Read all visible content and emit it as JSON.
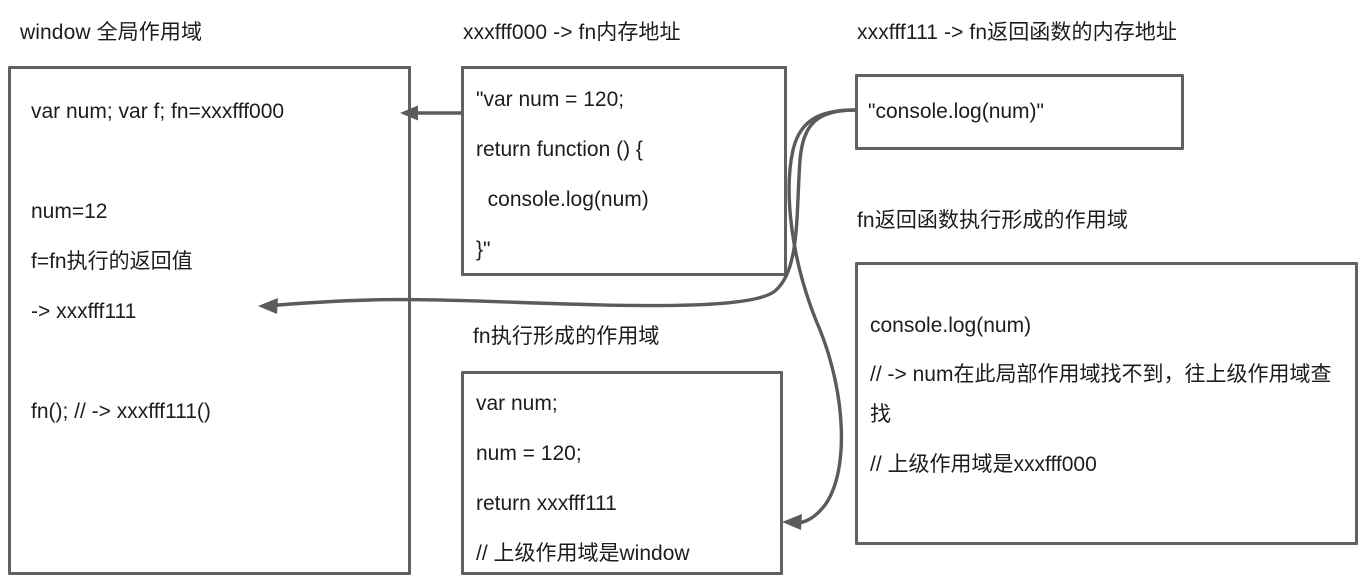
{
  "diagram": {
    "title_window": "window 全局作用域",
    "title_fn_addr": "xxxfff000 -> fn内存地址",
    "title_ret_addr": "xxxfff111 -> fn返回函数的内存地址",
    "title_fn_scope": "fn执行形成的作用域",
    "title_ret_scope": "fn返回函数执行形成的作用域"
  },
  "window_box": {
    "lines": [
      "var num; var f; fn=xxxfff000",
      "",
      "num=12",
      "f=fn执行的返回值",
      "-> xxxfff111",
      "",
      "fn(); // -> xxxfff111()"
    ]
  },
  "fn_code_box": {
    "lines": [
      "\"var num = 120;",
      "return function () {",
      "  console.log(num)",
      "}\""
    ]
  },
  "ret_code_box": {
    "lines": [
      "\"console.log(num)\""
    ]
  },
  "fn_scope_box": {
    "lines": [
      "var num;",
      "num = 120;",
      "return xxxfff111",
      "// 上级作用域是window"
    ]
  },
  "ret_scope_box": {
    "lines": [
      "console.log(num)",
      "// -> num在此局部作用域找不到，往上级作用域查找",
      "// 上级作用域是xxxfff000"
    ]
  },
  "colors": {
    "stroke": "#616161",
    "arrow": "#5b5b5b",
    "text": "#1d1d1d",
    "background": "#ffffff"
  }
}
